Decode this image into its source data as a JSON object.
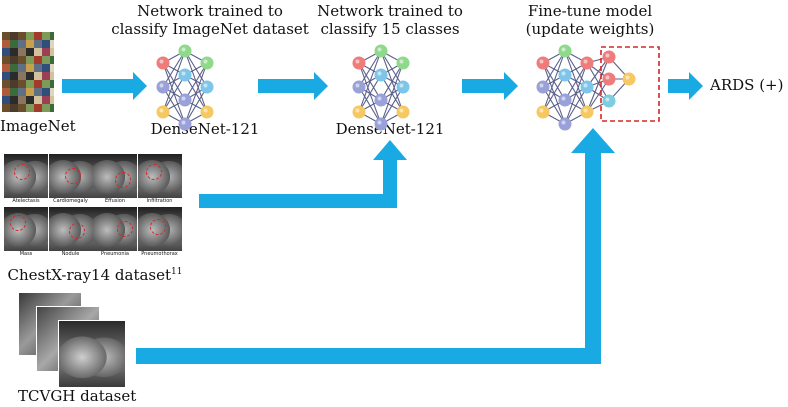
{
  "colors": {
    "arrow": "#1aaae3",
    "node_red": "#f07b7b",
    "node_green": "#8fd98a",
    "node_blue": "#7dc6ea",
    "node_purple": "#9aa0d8",
    "node_yellow": "#f6c862",
    "node_cyan": "#7ccde0",
    "highlight_box": "#d9262a"
  },
  "imagenet": {
    "label": "ImageNet"
  },
  "stage1": {
    "title_line1": "Network trained to",
    "title_line2": "classify ImageNet dataset",
    "model": "DenseNet-121"
  },
  "stage2": {
    "title_line1": "Network trained to",
    "title_line2": "classify 15 classes",
    "model": "DenseNet-121"
  },
  "stage3": {
    "title_line1": "Fine-tune model",
    "title_line2": "(update weights)"
  },
  "output": {
    "label": "ARDS (+)"
  },
  "chestxray": {
    "label": "ChestX-ray14 dataset",
    "superscript": "11",
    "classes": [
      "Atelectasis",
      "Cardiomegaly",
      "Effusion",
      "Infiltration",
      "Mass",
      "Nodule",
      "Pneumonia",
      "Pneumothorax"
    ]
  },
  "tcvgh": {
    "label": "TCVGH dataset"
  }
}
